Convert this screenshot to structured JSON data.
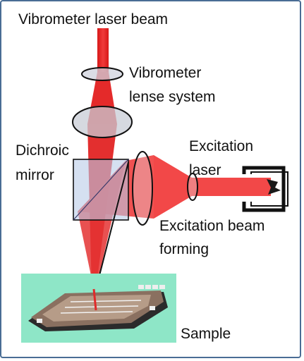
{
  "labels": {
    "vibrometer_beam": "Vibrometer laser beam",
    "lens_system_line1": "Vibrometer",
    "lens_system_line2": "lense system",
    "dichroic_line1": "Dichroic",
    "dichroic_line2": "mirror",
    "excitation_laser_line1": "Excitation",
    "excitation_laser_line2": "laser",
    "excitation_forming_line1": "Excitation beam",
    "excitation_forming_line2": "forming",
    "sample": "Sample"
  },
  "colors": {
    "frame_border": "#4a6d95",
    "laser_red": "#e82424",
    "excitation_red": "#f04040",
    "lens_fill": "#c9ccd6",
    "mirror_fill": "#aabfe0",
    "sample_bg": "#8ee6c7"
  }
}
